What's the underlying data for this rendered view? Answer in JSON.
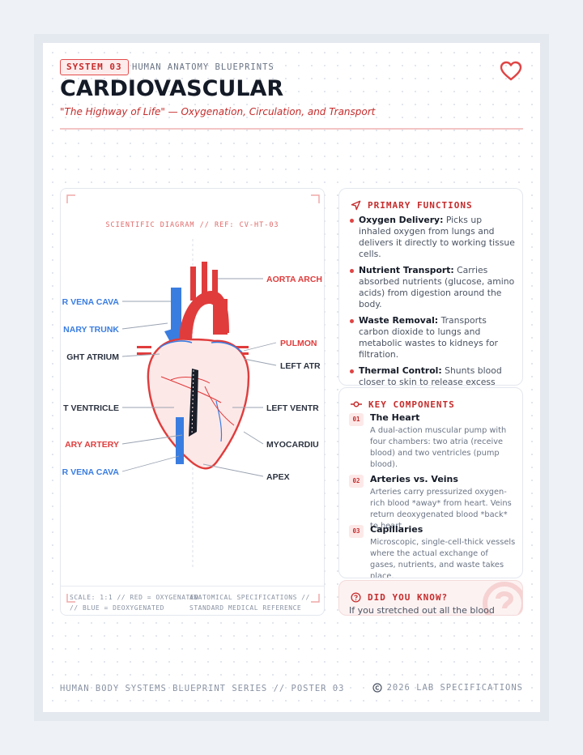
{
  "header": {
    "badge": "SYSTEM 03",
    "kicker": "HUMAN ANATOMY BLUEPRINTS",
    "title": "CARDIOVASCULAR",
    "subtitle": "\"The Highway of Life\" — Oxygenation, Circulation, and Transport"
  },
  "diagram": {
    "ref": "SCIENTIFIC DIAGRAM // REF: CV-HT-03",
    "labels_left": [
      "R VENA CAVA",
      "NARY TRUNK",
      "GHT ATRIUM",
      "T VENTRICLE",
      "ARY ARTERY",
      "R VENA CAVA"
    ],
    "labels_right": [
      "AORTA ARCH",
      "PULMON",
      "LEFT ATR",
      "LEFT VENTR",
      "MYOCARDIU",
      "APEX"
    ],
    "footer_left": [
      "SCALE: 1:1 // RED = OXYGENATED",
      "// BLUE = DEOXYGENATED"
    ],
    "footer_right": [
      "ANATOMICAL SPECIFICATIONS //",
      "STANDARD MEDICAL REFERENCE"
    ]
  },
  "colors": {
    "accent_red": "#e03c3c",
    "vein_blue": "#3a7de0",
    "label_dark": "#2c3340"
  },
  "functions": {
    "title": "PRIMARY FUNCTIONS",
    "items": [
      {
        "term": "Oxygen Delivery:",
        "text": " Picks up inhaled oxygen from lungs and delivers it directly to working tissue cells."
      },
      {
        "term": "Nutrient Transport:",
        "text": " Carries absorbed nutrients (glucose, amino acids) from digestion around the body."
      },
      {
        "term": "Waste Removal:",
        "text": " Transports carbon dioxide to lungs and metabolic wastes to kidneys for filtration."
      },
      {
        "term": "Thermal Control:",
        "text": " Shunts blood closer to skin to release excess heat, or internally to conserve warmth."
      }
    ]
  },
  "components": {
    "title": "KEY COMPONENTS",
    "items": [
      {
        "num": "01",
        "name": "The Heart",
        "desc": "A dual-action muscular pump with four chambers: two atria (receive blood) and two ventricles (pump blood)."
      },
      {
        "num": "02",
        "name": "Arteries vs. Veins",
        "desc": "Arteries carry pressurized oxygen-rich blood *away* from heart. Veins return deoxygenated blood *back* to heart."
      },
      {
        "num": "03",
        "name": "Capillaries",
        "desc": "Microscopic, single-cell-thick vessels where the actual exchange of gases, nutrients, and waste takes place."
      }
    ]
  },
  "did_you_know": {
    "title": "DID YOU KNOW?",
    "text": "If you stretched out all the blood vessels"
  },
  "footer": {
    "left": "HUMAN BODY SYSTEMS BLUEPRINT SERIES // POSTER 03",
    "right": "2026 LAB SPECIFICATIONS"
  }
}
